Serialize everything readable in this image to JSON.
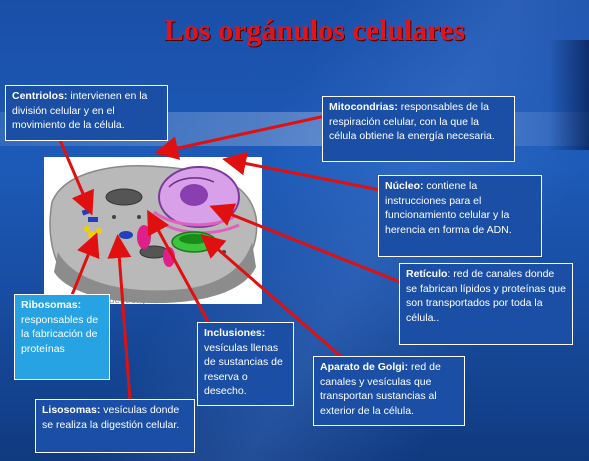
{
  "title": "Los orgánulos celulares",
  "watermark": "rquest.org",
  "colors": {
    "title": "#e2141b",
    "background": "#1d5ab8",
    "arrow": "#e01010",
    "ribosomes_box": "#27a3e3"
  },
  "labels": {
    "centriolos": {
      "term": "Centriolos:",
      "text": " intervienen en la división celular y en el movimiento de la célula."
    },
    "mitocondrias": {
      "term": "Mitocondrias:",
      "text": " responsables de la respiración celular, con la que la célula obtiene la energía necesaria."
    },
    "nucleo": {
      "term": "Núcleo:",
      "text": " contiene la instrucciones para el funcionamiento celular y la herencia en forma de ADN."
    },
    "reticulo": {
      "term": "Retículo",
      "text": ": red de canales donde se fabrican lípidos y proteínas que son transportados por toda la célula.."
    },
    "ribosomas": {
      "term": "Ribosomas:",
      "text": " responsables de la fabricación de proteínas"
    },
    "inclusiones": {
      "term": "Inclusiones:",
      "text": " vesículas llenas de sustancias de reserva  o desecho."
    },
    "golgi": {
      "term": "Aparato de Golgi:",
      "text": " red de canales y vesículas que transportan sustancias al exterior de la célula."
    },
    "lisosomas": {
      "term": "Lisosomas:",
      "text": " vesículas donde se realiza la digestión celular."
    }
  }
}
